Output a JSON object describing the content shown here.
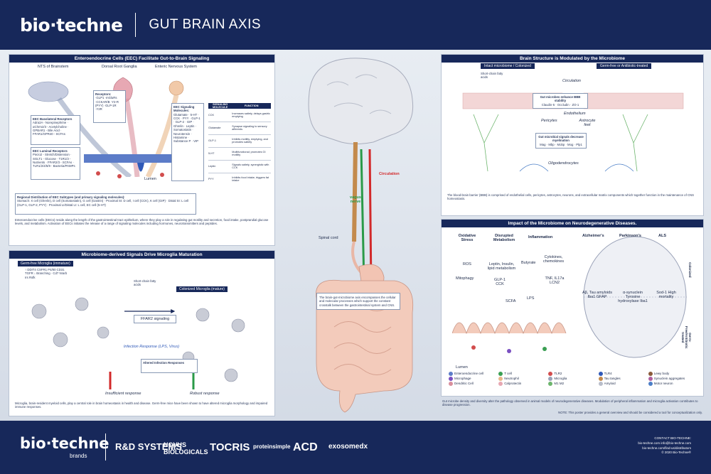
{
  "header": {
    "logo_text": "bio·techne",
    "title": "GUT BRAIN AXIS"
  },
  "eec_panel": {
    "title": "Enteroendocrine Cells (EEC) Facilitate Gut-to-Brain Signaling",
    "nts": "NTS of Brainstem",
    "drg": "Dorsal Root Ganglia",
    "ens": "Enteric Nervous System",
    "lumen": "Lumen",
    "receptors_title": "Receptors:",
    "receptors": "·GLP1 ·mGluRs ·CCKAR/B ·Y2-R (PYY) ·GLP-1R ·Y2R",
    "basolateral_title": "EEC Basolateral Receptors",
    "basolateral": "Adra2A - Norepinephrine · αChrm2/3 - Acetylcholine · GPBAR1 - Bile Acid · FFAR1/GPR40 - SCFAs",
    "luminal_title": "EEC Luminal Receptors",
    "luminal": "Piezo2 - Stretch/Distension · SGLT1 - Glucose · T1R1/3 - Nutrients · FFAR2/3 - SCFAs · TLR1/2/4/5/9 - Bacteria/PAMPs",
    "signaling_title": "EEC Signaling Molecules:",
    "signaling": "Glutamate · 5-HT · CCK · PYY · GLP-1 · GLP-2 · GIP · Ghrelin · Leptin · Somatostatin · Neurotensin · Histamine · Substance P · VIP",
    "table_headers": [
      "SIGNALING MOLECULE",
      "FUNCTION"
    ],
    "table_rows": [
      [
        "CCK",
        "Increases satiety, delays gastric emptying"
      ],
      [
        "Glutamate",
        "Synapse signaling to sensory afferents"
      ],
      [
        "GLP-1",
        "Inhibits motility, emptying, and promotes satiety"
      ],
      [
        "5-HT",
        "Multifunctional; promotes GI motility"
      ],
      [
        "Leptin",
        "Signals satiety, synergistic with CCK"
      ],
      [
        "PYY",
        "Inhibits food intake, triggers fat intake"
      ]
    ],
    "regional_title": "Regional Distribution of EEC Subtypes (and primary signaling molecules):",
    "regional": "Stomach: X cell (Ghrelin), D cell (Somatostatin), G cell (Gastrin) · Proximal SI: D cell, I cell (CCK), K cell (GIP) · Distal SI: L cell (GLP-1, GLP-2, PYY) · Proximal LI/Distal LI: L cell, EC cell (5-HT)",
    "body": "Enteroendocrine cells (EECs) reside along the length of the gastrointestinal tract epithelium, where they play a role in regulating gut motility and secretion, food intake, postprandial glucose levels, and metabolism. Activation of EECs initiates the release of a range of signaling molecules including hormones, neurotransmitters and peptides."
  },
  "microglia_panel": {
    "title": "Microbiome-derived Signals Drive Microglia Maturation",
    "germ_free": "Germ-free Microglia (immature)",
    "colonized": "Colonized Microglia (mature)",
    "markers": "↑ DDIT4 CSFR1 P4/80 CD31 TGFR ↓ Branching · Cd7 Nrarb Irs Rsfk",
    "scfa": "Short-chain fatty acids",
    "ffar2": "FFAR2 signaling",
    "infection": "Infection Response (LPS, Virus)",
    "altered": "Altered Infection Responses",
    "insufficient": "Insufficient response",
    "robust": "Robust response",
    "body": "Microglia, brain-resident myeloid cells, play a central role in brain homeostasis in health and disease. Germ-free mice have been shown to have altered microglia morphology and impaired immune responses."
  },
  "center": {
    "spinal_cord": "Spinal cord",
    "vagus": "vagus nerve",
    "circulation": "Circulation",
    "caption": "The brain-gut-microbiome axis encompasses the cellular and molecular processes which support the constant crosstalk between the gastrointestinal system and CNS."
  },
  "bbb_panel": {
    "title": "Brain Structure is Modulated by the Microbiome",
    "intact": "Intact microbiome / Colonized",
    "germ_free": "Germ-free or Antibiotic-treated",
    "scfa": "Short-chain fatty acids",
    "circulation": "Circulation",
    "tight_title": "Gut microbes enhance BBB stability",
    "tight": "Claudin-5 · Occludin · ZO-1",
    "endothelium": "Endothelium",
    "pericytes": "Pericytes",
    "astrocyte": "Astrocyte feet",
    "myelin_title": "Gut microbial signals decrease myelination",
    "myelin": "Mag · Mbp · Mobp · Mog · Plp1",
    "oligo": "Oligodendrocytes",
    "body": "The blood-brain barrier (BBB) is comprised of endothelial cells, pericytes, astrocytes, neurons, and extracellular matrix components which together function in the maintenance of CNS homeostasis."
  },
  "neuro_panel": {
    "title": "Impact of the Microbiome on Neurodegenerative Diseases.",
    "oxidative": "Oxidative Stress",
    "disrupted": "Disrupted Metabolism",
    "inflammation": "Inflammation",
    "ros": "ROS",
    "mitophagy": "Mitophagy",
    "leptin": "Leptin, Insulin, lipid metabolism",
    "glp": "GLP-1 CCK",
    "butyrate": "Butyrate",
    "scfa": "SCFA",
    "cytokines": "Cytokines, chemokines",
    "tnf": "TNF, IL17a LCN2",
    "lps": "LPS",
    "lumen": "Lumen",
    "alzheimers": "Alzheimer's",
    "parkinsons": "Parkinson's",
    "als": "ALS",
    "colonized": "Colonized",
    "germfree": "Germ-Free/Antibiotic treated",
    "abeta": "Aβ, Tau amyloids Iba1 GFAP",
    "asyn": "α-synuclein Tyrosine hydroxylase Iba1",
    "sod": "Sod-1 High mortality",
    "legend": [
      "Enteroendocrine cell",
      "T cell",
      "TLR2",
      "TLR4",
      "Lewy body",
      "Microphage",
      "Neutrophil",
      "Microglia",
      "Tau tangles",
      "Synuclein aggregates",
      "Dendritic Cell",
      "Calprotectin",
      "M1 M2",
      "Amyloid",
      "Motor neuron"
    ],
    "body": "Gut microbe density and diversity alter the pathology observed in animal models of neurodegenerative diseases. Modulation of peripheral inflammation and microglia activation contributes to disease progression."
  },
  "note": "NOTE: This poster provides a general overview and should be considered a tool for conceptualization only.",
  "footer": {
    "logo_text": "bio·techne",
    "brands": "brands",
    "brand_list": [
      "R&D SYSTEMS",
      "NOVUS BIOLOGICALS",
      "TOCRIS",
      "proteinsimple",
      "ACD",
      "exosomedx"
    ],
    "contact_title": "CONTACT BIO-TECHNE:",
    "contact_lines": [
      "bio-techne.com  info@bio-techne.com",
      "bio-techne.com/find-us/distributors",
      "© 2020 Bio-Techne®"
    ]
  },
  "colors": {
    "navy": "#17285a",
    "vagus": "#2a9a48",
    "circulation": "#d2292a"
  }
}
